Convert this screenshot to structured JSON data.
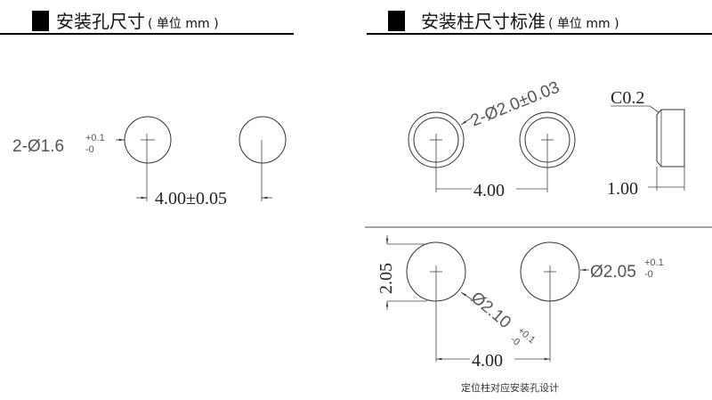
{
  "left_section": {
    "title": "安装孔尺寸",
    "unit": "( 单位 mm )",
    "hole_label": "2-Ø1.6",
    "hole_tol_plus": "+0.1",
    "hole_tol_minus": "-0",
    "spacing": "4.00±0.05"
  },
  "right_section": {
    "title": "安装柱尺寸标准",
    "unit": "( 单位 mm )",
    "post_label": "2-Ø2.0±0.03",
    "spacing": "4.00",
    "chamfer": "C0.2",
    "height": "1.00"
  },
  "bottom_section": {
    "vertical_dim": "2.05",
    "hole1_label": "Ø2.10",
    "hole1_tol_plus": "+0.1",
    "hole1_tol_minus": "-0",
    "hole2_label": "Ø2.05",
    "hole2_tol_plus": "+0.1",
    "hole2_tol_minus": "-0",
    "spacing": "4.00",
    "caption": "定位柱对应安装孔设计"
  }
}
